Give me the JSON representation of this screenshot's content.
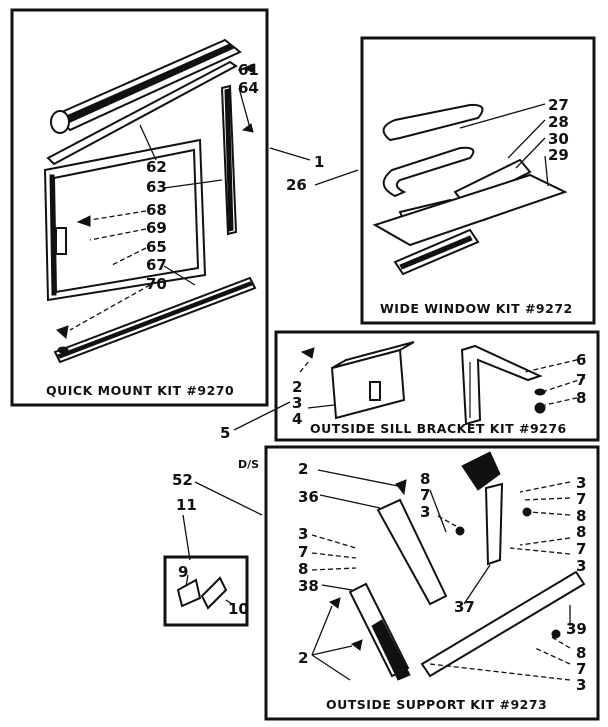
{
  "kits": {
    "quick_mount": "QUICK MOUNT KIT #9270",
    "wide_window": "WIDE WINDOW KIT #9272",
    "outside_sill": "OUTSIDE SILL BRACKET KIT #9276",
    "outside_support": "OUTSIDE SUPPORT KIT #9273"
  },
  "note": "D/S",
  "labels": {
    "quick_mount": [
      "61",
      "64",
      "62",
      "63",
      "68",
      "69",
      "65",
      "67",
      "70"
    ],
    "wide_window": [
      "27",
      "28",
      "30",
      "29"
    ],
    "sill_left": [
      "2",
      "3",
      "4"
    ],
    "sill_right": [
      "6",
      "7",
      "8"
    ],
    "support_left": [
      "2",
      "36",
      "3",
      "7",
      "8",
      "38",
      "2"
    ],
    "support_mid": [
      "8",
      "7",
      "3",
      "37"
    ],
    "support_right": [
      "3",
      "7",
      "8",
      "8",
      "7",
      "3",
      "39",
      "8",
      "7",
      "3"
    ],
    "callouts": [
      "1",
      "26",
      "5",
      "52",
      "11",
      "9",
      "10"
    ]
  }
}
